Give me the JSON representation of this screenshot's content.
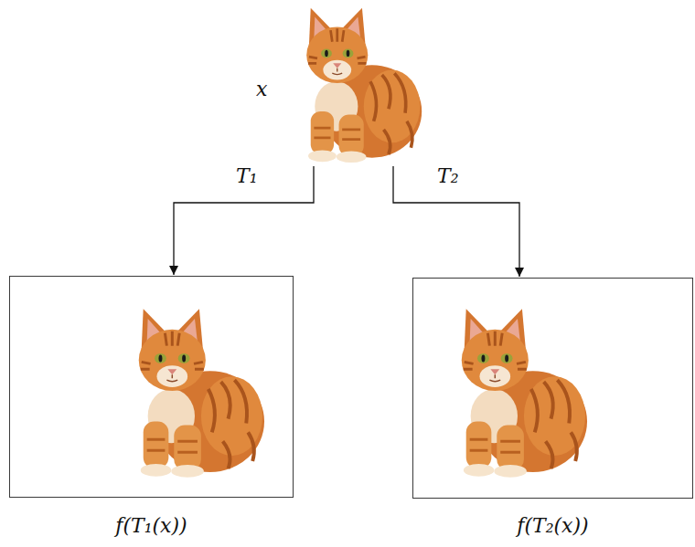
{
  "diagram": {
    "nodes": [
      {
        "text": [
          "x"
        ]
      },
      {
        "text": [
          "f(T₁(x))"
        ]
      },
      {
        "text": [
          "f(T₂(x))"
        ]
      }
    ],
    "edges": [
      {
        "from": 0,
        "to": 1,
        "arrow": "to",
        "label": "T₁"
      },
      {
        "from": 0,
        "to": 2,
        "arrow": "to",
        "label": "T₂"
      }
    ]
  }
}
